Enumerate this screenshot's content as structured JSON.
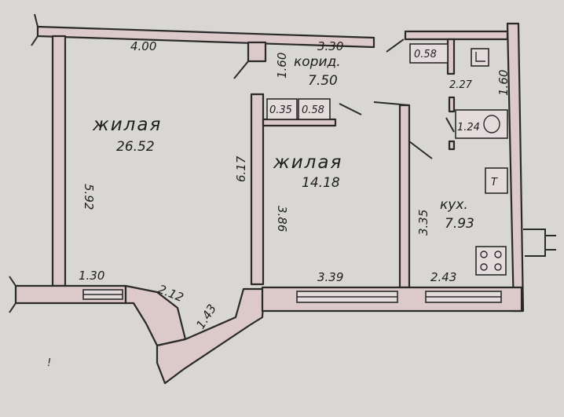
{
  "rooms": {
    "living_big": {
      "name": "жилая",
      "area": "26.52"
    },
    "living_small": {
      "name": "жилая",
      "area": "14.18"
    },
    "corridor": {
      "name": "корид.",
      "area": "7.50"
    },
    "kitchen": {
      "name": "кух.",
      "area": "7.93"
    }
  },
  "dimensions": {
    "top_left": "4.00",
    "top_mid": "3.30",
    "left_height": "5.92",
    "mid_height": "6.17",
    "small_room_height": "3.86",
    "corridor_wall": "1.60",
    "right_height": "1.60",
    "kitchen_height": "3.35",
    "bottom_left": "1.30",
    "balcony_side": "2.12",
    "balcony_edge": "1.43",
    "bottom_mid": "3.39",
    "bottom_right": "2.43",
    "bath": "2.27",
    "toilet": "1.24"
  },
  "closets": {
    "c1": "0.35",
    "c2": "0.58",
    "c3": "0.58"
  },
  "marks": {
    "footnote": "!",
    "stove_symbol": "T"
  }
}
